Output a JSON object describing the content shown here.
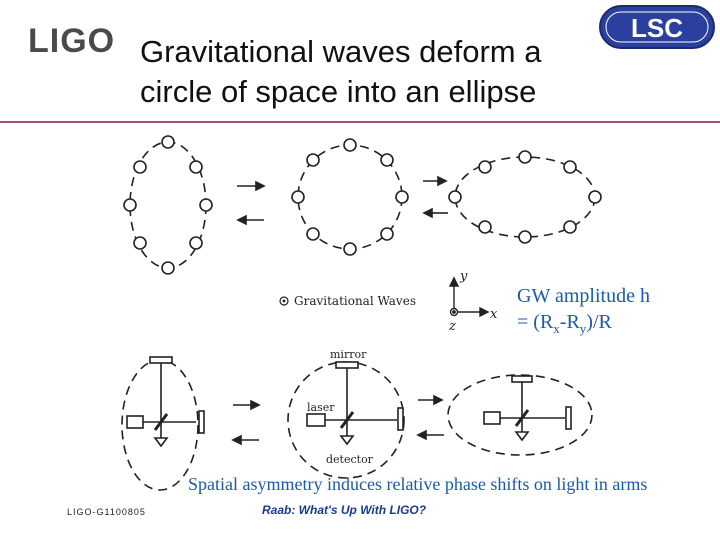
{
  "header": {
    "ligo_logo": "LIGO",
    "lsc_logo": "LSC",
    "title": "Gravitational waves deform a circle of space into an ellipse"
  },
  "diagram": {
    "legend_label": "Gravitational Waves",
    "axis_y": "y",
    "axis_x": "x",
    "axis_z": "z",
    "mirror_label": "mirror",
    "laser_label": "laser",
    "detector_label": "detector"
  },
  "gw_amplitude": {
    "line1": "GW amplitude h",
    "prefix": "= (R",
    "sub_x": "x",
    "minus": "-R",
    "sub_y": "y",
    "suffix": ")/R"
  },
  "caption": "Spatial asymmetry induces relative phase shifts on light in arms",
  "footer": {
    "doc_id": "LIGO-G1100805",
    "credit": "Raab:  What's Up With LIGO?"
  },
  "colors": {
    "rule": "#b0478a",
    "text_blue": "#1a5aa8",
    "lsc_blue": "#2a3f9e"
  }
}
